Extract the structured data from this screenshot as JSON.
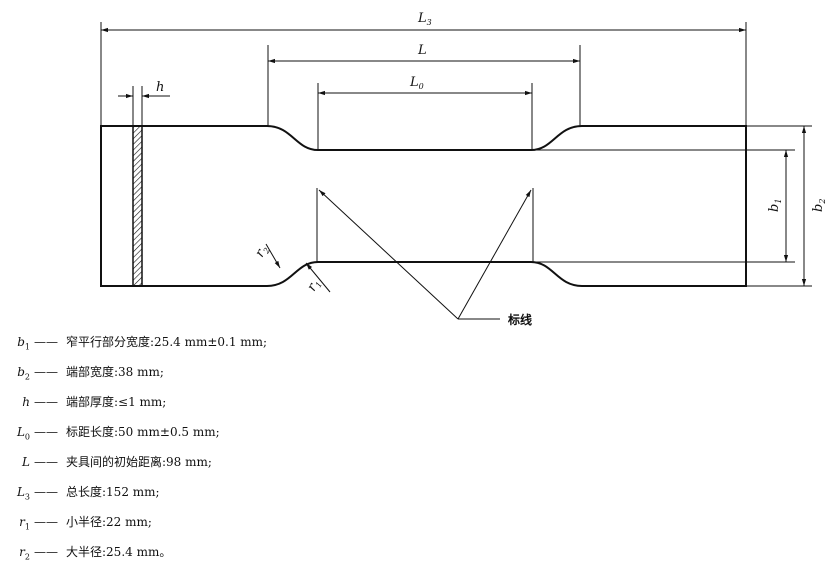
{
  "dimensions": {
    "L3": {
      "base": "L",
      "sub": "3"
    },
    "L": {
      "base": "L",
      "sub": ""
    },
    "L0": {
      "base": "L",
      "sub": "0"
    },
    "h": {
      "base": "h",
      "sub": ""
    },
    "b1": {
      "base": "b",
      "sub": "1"
    },
    "b2": {
      "base": "b",
      "sub": "2"
    },
    "r1": {
      "base": "r",
      "sub": "1"
    },
    "r2": {
      "base": "r",
      "sub": "2"
    }
  },
  "gauge_mark_label": "标线",
  "legend": [
    {
      "base": "b",
      "sub": "1",
      "dash": "——",
      "text": "窄平行部分宽度:25.4 mm±0.1 mm;"
    },
    {
      "base": "b",
      "sub": "2",
      "dash": "——",
      "text": "端部宽度:38 mm;"
    },
    {
      "base": "h",
      "sub": "",
      "dash": "——",
      "text": "端部厚度:≤1 mm;"
    },
    {
      "base": "L",
      "sub": "0",
      "dash": "——",
      "text": "标距长度:50 mm±0.5 mm;"
    },
    {
      "base": "L",
      "sub": "",
      "dash": "——",
      "text": "夹具间的初始距离:98 mm;"
    },
    {
      "base": "L",
      "sub": "3",
      "dash": "——",
      "text": "总长度:152 mm;"
    },
    {
      "base": "r",
      "sub": "1",
      "dash": "——",
      "text": "小半径:22 mm;"
    },
    {
      "base": "r",
      "sub": "2",
      "dash": "——",
      "text": "大半径:25.4 mm。"
    }
  ]
}
